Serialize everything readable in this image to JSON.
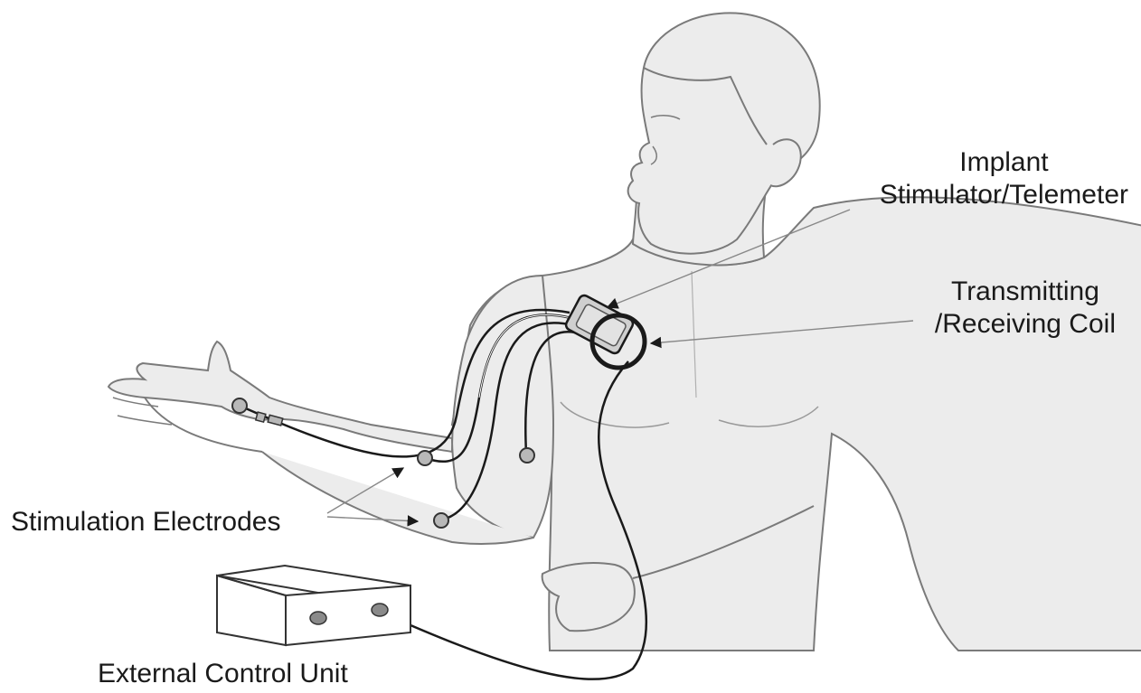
{
  "labels": {
    "implant": [
      "Implant",
      "Stimulator/Telemeter"
    ],
    "coil": [
      "Transmitting",
      "/Receiving Coil"
    ],
    "electrodes": "Stimulation Electrodes",
    "external_control_unit": "External Control Unit"
  },
  "colors": {
    "skin": "#ececec",
    "outline": "#7a7a7a",
    "lead": "#1a1a1a",
    "electrode": "#b8b8b8",
    "device": "#cfcfcf"
  }
}
